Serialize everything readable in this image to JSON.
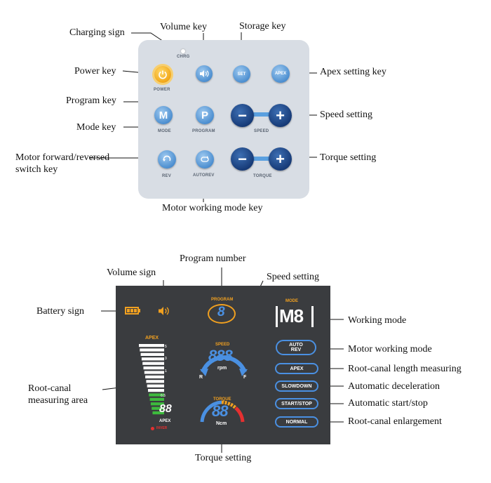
{
  "top_panel": {
    "callouts": {
      "charging_sign": "Charging sign",
      "volume_key": "Volume key",
      "storage_key": "Storage key",
      "power_key": "Power key",
      "apex_setting_key": "Apex setting key",
      "program_key": "Program key",
      "speed_setting": "Speed setting",
      "mode_key": "Mode key",
      "motor_switch_line1": "Motor forward/reversed",
      "motor_switch_line2": "switch key",
      "torque_setting": "Torque setting",
      "motor_working_mode_key": "Motor working mode key"
    },
    "key_labels": {
      "chrg": "CHRG",
      "power": "POWER",
      "set": "SET",
      "apex": "APEX",
      "mode": "MODE",
      "program": "PROGRAM",
      "speed": "SPEED",
      "rev": "REV",
      "autorev": "AUTOREV",
      "torque": "TORQUE",
      "m_glyph": "M",
      "p_glyph": "P",
      "minus": "−",
      "plus": "+"
    },
    "icons": [
      "power-icon",
      "volume-icon",
      "rev-icon",
      "autorev-icon"
    ]
  },
  "bottom_panel": {
    "callouts": {
      "program_number": "Program number",
      "volume_sign": "Volume sign",
      "speed_setting": "Speed setting",
      "battery_sign": "Battery sign",
      "working_mode": "Working mode",
      "motor_working_mode": "Motor working mode",
      "root_canal_length": "Root-canal length measuring",
      "root_canal_area_line1": "Root-canal",
      "root_canal_area_line2": "measuring area",
      "automatic_deceleration": "Automatic deceleration",
      "automatic_start_stop": "Automatic start/stop",
      "root_canal_enlargement": "Root-canal enlargement",
      "torque_setting": "Torque setting"
    },
    "screen": {
      "program_label": "PROGRAM",
      "program_digit": "8",
      "mode_label": "MODE",
      "mode_value": "M8",
      "apex_title": "APEX",
      "apex_scale": [
        "5",
        "3",
        "1",
        "0.5"
      ],
      "apex_digits": "88",
      "apex_label": "APEX",
      "apex_mark": "INVER",
      "speed_label": "SPEED",
      "speed_digits": "888",
      "rpm": "rpm",
      "r": "R",
      "f": "F",
      "torque_label": "TORQUE",
      "torque_digits": "88",
      "ncm": "Ncm",
      "auto_rev_line1": "AUTO",
      "auto_rev_line2": "REV",
      "btn_apex": "APEX",
      "btn_slowdown": "SLOWDOWN",
      "btn_start_stop": "START/STOP",
      "btn_normal": "NORMAL"
    },
    "colors": {
      "screen_bg": "#3a3c3f",
      "accent_orange": "#f0a020",
      "accent_blue": "#4a90e2",
      "apex_green": "#3dbb3d",
      "alert_red": "#e53030"
    }
  }
}
